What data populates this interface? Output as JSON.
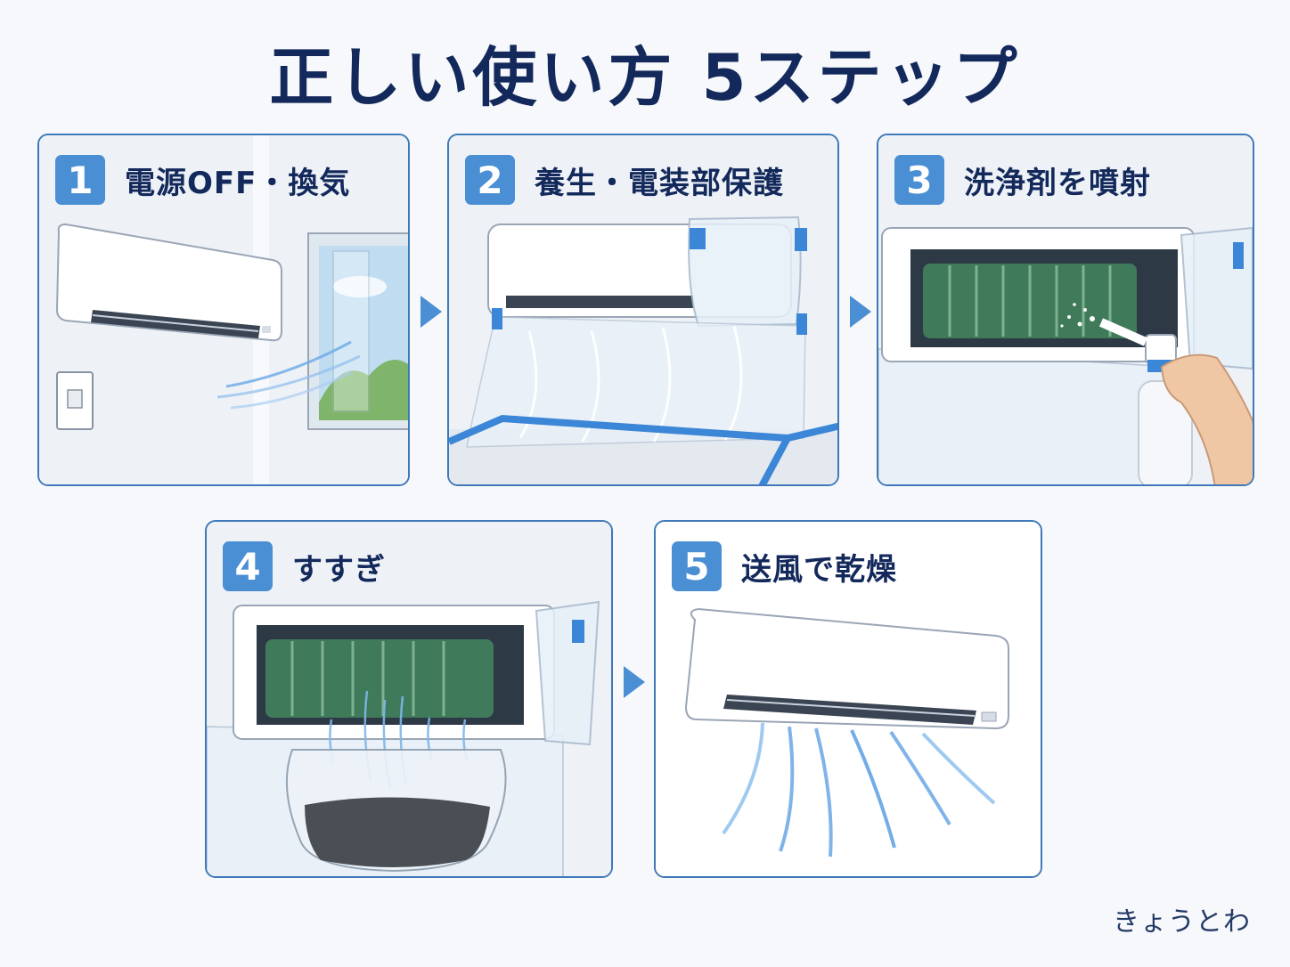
{
  "title": "正しい使い方 5ステップ",
  "brand": "きょうとわ",
  "colors": {
    "accent": "#4a8ed3",
    "navy": "#13295b",
    "border": "#3f79b9",
    "tape": "#3b86d6"
  },
  "steps": [
    {
      "number": "1",
      "label": "電源OFF・換気",
      "icon": "ac-unit-window-airflow"
    },
    {
      "number": "2",
      "label": "養生・電装部保護",
      "icon": "ac-unit-plastic-cover"
    },
    {
      "number": "3",
      "label": "洗浄剤を噴射",
      "icon": "spray-bottle-fan"
    },
    {
      "number": "4",
      "label": "すすぎ",
      "icon": "rinse-water-bag"
    },
    {
      "number": "5",
      "label": "送風で乾燥",
      "icon": "ac-unit-airflow-dry"
    }
  ]
}
